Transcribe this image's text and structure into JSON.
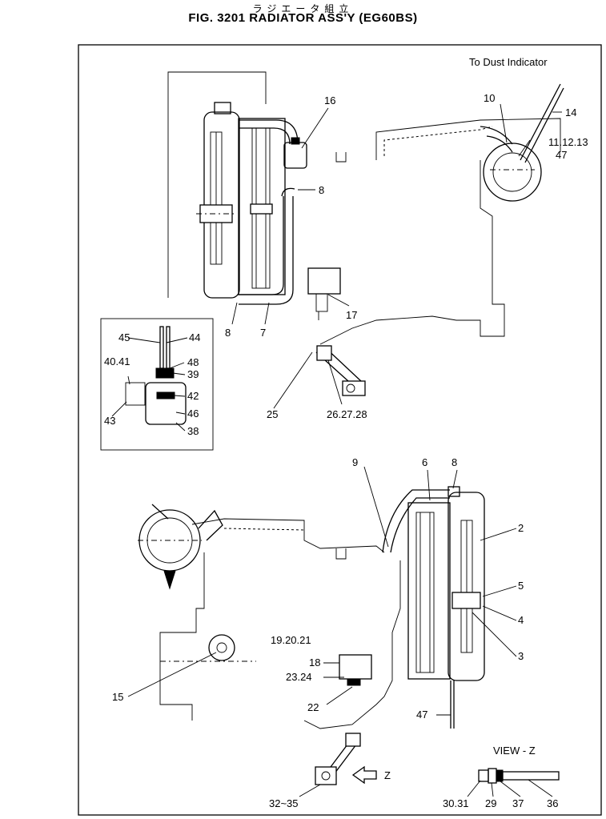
{
  "title_jp": "ラジエータ組立",
  "title": "FIG. 3201  RADIATOR ASS'Y (EG60BS)",
  "note_dust": "To Dust Indicator",
  "view_label": "VIEW - Z",
  "arrow_label": "Z",
  "callouts": {
    "c2": "2",
    "c3": "3",
    "c4": "4",
    "c5": "5",
    "c6": "6",
    "c7": "7",
    "c8a": "8",
    "c8b": "8",
    "c8c": "8",
    "c9": "9",
    "c10": "10",
    "c111213": "11.12.13",
    "c14": "14",
    "c15": "15",
    "c16": "16",
    "c17": "17",
    "c18": "18",
    "c192021": "19.20.21",
    "c22": "22",
    "c2324": "23.24",
    "c25": "25",
    "c262728": "26.27.28",
    "c29": "29",
    "c3031": "30.31",
    "c3235": "32~35",
    "c36": "36",
    "c37": "37",
    "c38": "38",
    "c39": "39",
    "c4041": "40.41",
    "c42": "42",
    "c43": "43",
    "c44": "44",
    "c45": "45",
    "c46": "46",
    "c47a": "47",
    "c47b": "47",
    "c48": "48"
  }
}
